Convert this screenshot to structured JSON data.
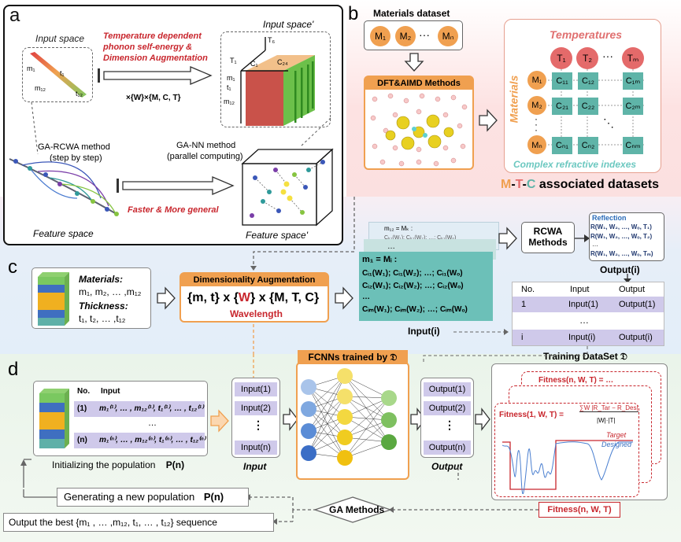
{
  "panel_a": {
    "letter": "a",
    "input_space": "Input space",
    "input_space_prime": "Input space'",
    "aug_title_1": "Temperature dependent",
    "aug_title_2": "phonon self-energy &",
    "aug_title_3": "Dimension Augmentation",
    "aug_formula": "×{W}×{M, C, T}",
    "ga_rcwa_1": "GA-RCWA method",
    "ga_rcwa_2": "(step by step)",
    "ga_nn_1": "GA-NN method",
    "ga_nn_2": "(parallel computing)",
    "faster": "Faster & More general",
    "feature_space": "Feature space",
    "feature_space_prime": "Feature space'",
    "lbl_m1": "m₁",
    "lbl_t1": "t₁",
    "lbl_m12": "m₁₂",
    "lbl_t12": "t₁₂",
    "cube_T1": "T₁",
    "cube_T6": "T₆",
    "cube_C1": "C₁",
    "cube_C24": "C₂₄",
    "cube_m1": "m₁",
    "cube_t1": "t₁",
    "cube_m12": "m₁₂"
  },
  "panel_b": {
    "letter": "b",
    "materials_dataset": "Materials dataset",
    "m1": "M₁",
    "m2": "M₂",
    "mn": "Mₙ",
    "dft": "DFT&AIMD Methods",
    "temperatures": "Temperatures",
    "materials_vertical": "Materials",
    "t1": "T₁",
    "t2": "T₂",
    "tm": "Tₘ",
    "c11": "C₁₁",
    "c12": "C₁₂",
    "c1m": "C₁ₘ",
    "c21": "C₂₁",
    "c22": "C₂₂",
    "c2m": "C₂ₘ",
    "cn1": "Cₙ₁",
    "cn2": "Cₙ₂",
    "cnm": "Cₙₘ",
    "complex": "Complex refractive indexes",
    "mtc_m": "M",
    "mtc_t": "T",
    "mtc_c": "C",
    "mtc_tail": "associated datasets",
    "dash": "-"
  },
  "panel_c": {
    "letter": "c",
    "materials_lbl": "Materials:",
    "materials_val": "m₁, m₂, … ,m₁₂",
    "thickness_lbl": "Thickness:",
    "thickness_val": "t₁, t₂, … ,t₁₂",
    "dim_aug": "Dimensionality Augmentation",
    "formula_a": "{m, t} x {",
    "formula_w": "W",
    "formula_b": "} x {M, T, C}",
    "wavelength": "Wavelength",
    "back_header": "m₁₂ = Mₖ :",
    "back_row": "Cₖ₁(W₁); Cₖ₁(W₂); …; Cₖ₁(Wₒ)",
    "front_header": "m₁ = Mᵢ :",
    "row1": "Cᵢ₁(W₁); Cᵢ₁(W₂); …; Cᵢ₁(Wₒ)",
    "row2": "Cᵢ₂(W₁); Cᵢ₂(W₂); …; Cᵢ₂(Wₒ)",
    "row_dots": "…",
    "rowm": "Cᵢₘ(W₁); Cᵢₘ(W₂); …; Cᵢₘ(Wₒ)",
    "input_i": "Input(i)",
    "rcwa_1": "RCWA",
    "rcwa_2": "Methods",
    "reflection": "Reflection",
    "r1": "R(W₁, W₂, …, Wₒ, T₁)",
    "r2": "R(W₁, W₂, …, Wₒ, T₂)",
    "rdots": "…",
    "rm": "R(W₁, W₂, …, Wₒ, Tₘ)",
    "output_i": "Output(i)",
    "table_headers": [
      "No.",
      "Input",
      "Output"
    ],
    "table_rows": [
      [
        "1",
        "Input(1)",
        "Output(1)"
      ],
      [
        "i",
        "Input(i)",
        "Output(i)"
      ]
    ],
    "table_dots": "…",
    "training": "Training DataSet 𝔇"
  },
  "panel_d": {
    "letter": "d",
    "no_hdr": "No.",
    "input_hdr": "Input",
    "row1_no": "(1)",
    "row1_val": "m₁⁽¹⁾, … , m₁₂⁽¹⁾, t₁⁽¹⁾, … , t₁₂⁽¹⁾",
    "row_dots": "…",
    "rown_no": "(n)",
    "rown_val": "m₁⁽ⁿ⁾, … , m₁₂⁽ⁿ⁾, t₁⁽ⁿ⁾, … , t₁₂⁽ⁿ⁾",
    "init_pop": "Initializing the population",
    "pop_symbol": "P(n)",
    "inputs": [
      "Input(1)",
      "Input(2)",
      "⋮",
      "Input(n)"
    ],
    "input_lbl": "Input",
    "fcnn": "FCNNs trained by 𝔇",
    "outputs": [
      "Output(1)",
      "Output(2)",
      "⋮",
      "Output(n)"
    ],
    "output_lbl": "Output",
    "fit_back": "Fitness(n, W, T) = …",
    "fit_front": "Fitness(1, W, T) =",
    "fit_num": "∑W |R_Tar − R_Des|",
    "fit_den": "|W|·|T|",
    "target": "Target",
    "designed": "Designed",
    "fitness_box": "Fitness(n, W, T)",
    "ga_methods": "GA Methods",
    "gen_new": "Generating a new population",
    "output_best": "Output the best {m₁ , … ,m₁₂, t₁, … , t₁₂} sequence"
  },
  "colors": {
    "orange": "#f0a050",
    "teal": "#5fb4a8",
    "red": "#c8262d",
    "lavender": "#cfc9ea",
    "green_bg": "#eaf5e9",
    "pink_bg": "#fbe4e4",
    "blue_bg": "#e3eef9"
  }
}
